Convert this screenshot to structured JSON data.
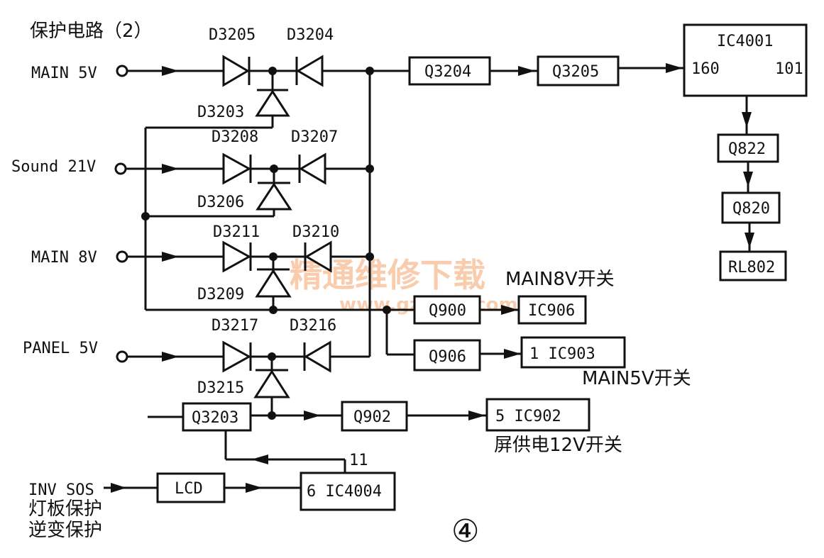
{
  "title": "保护电路（2）",
  "inputs": {
    "main5v": "MAIN 5V",
    "sound21v": "Sound 21V",
    "main8v": "MAIN 8V",
    "panel5v": "PANEL 5V",
    "inv_sos": "INV SOS",
    "inv_line2": "灯板保护",
    "inv_line3": "逆变保护"
  },
  "diodes": {
    "d3205": "D3205",
    "d3204": "D3204",
    "d3203": "D3203",
    "d3208": "D3208",
    "d3207": "D3207",
    "d3206": "D3206",
    "d3211": "D3211",
    "d3210": "D3210",
    "d3209": "D3209",
    "d3217": "D3217",
    "d3216": "D3216",
    "d3215": "D3215"
  },
  "blocks": {
    "q3204": "Q3204",
    "q3205": "Q3205",
    "ic4001": "IC4001",
    "ic4001_pin_in": "160",
    "ic4001_pin_out": "101",
    "q822": "Q822",
    "q820": "Q820",
    "rl802": "RL802",
    "q900": "Q900",
    "ic906": "IC906",
    "q906": "Q906",
    "ic903": "1  IC903",
    "q3203": "Q3203",
    "q902": "Q902",
    "ic902": "5  IC902",
    "lcd": "LCD",
    "ic4004": "6  IC4004",
    "pin11": "11"
  },
  "notes": {
    "main8v_switch": "MAIN8V开关",
    "main5v_switch": "MAIN5V开关",
    "screen12v_switch": "屏供电12V开关",
    "figure_no": "④"
  },
  "watermark": {
    "cn": "精通维修下载",
    "url": "www.gzweix.com"
  }
}
